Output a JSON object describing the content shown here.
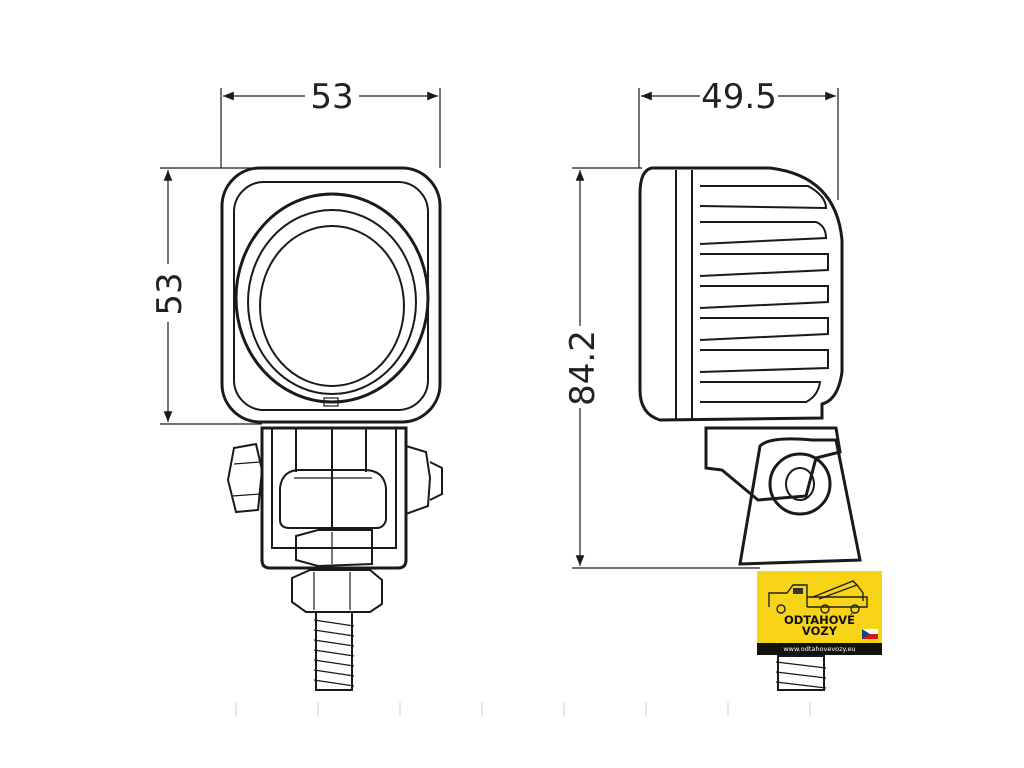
{
  "dimensions": {
    "front_width": "53",
    "front_height": "53",
    "side_depth": "49.5",
    "total_height": "84.2"
  },
  "logo": {
    "line1": "ODTAHOVÉ",
    "line2": "VOZY",
    "url": "www.odtahovevozy.eu"
  },
  "colors": {
    "logo_background": "#f7d417",
    "line": "#1a1a1a"
  }
}
